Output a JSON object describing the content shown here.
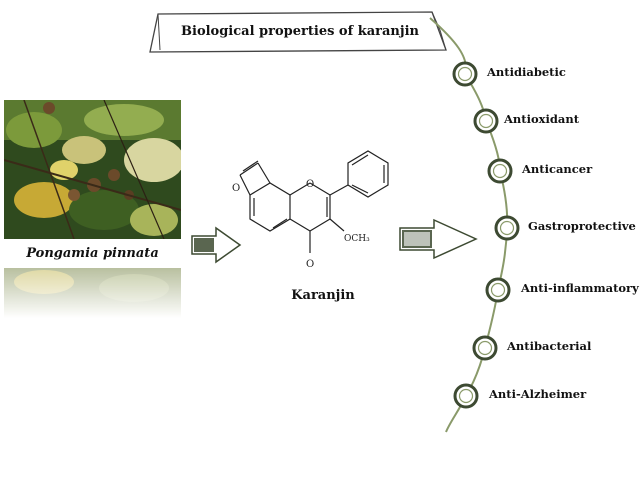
{
  "title": "Biological properties of karanjin",
  "plant_name": "Pongamia pinnata",
  "compound_name": "Karanjin",
  "structure_labels": {
    "methoxy": "OCH₃",
    "ring_oxygen": "O",
    "furan_oxygen": "O",
    "carbonyl_oxygen": "O"
  },
  "properties": [
    "Antidiabetic",
    "Antioxidant",
    "Anticancer",
    "Gastroprotective",
    "Anti-inflammatory",
    "Antibacterial",
    "Anti-Alzheimer"
  ],
  "colors": {
    "chain": "#8a9a6a",
    "ring": "#3d4a32",
    "ring_fill": "#ffffff",
    "arrow_fill": "#5a6650"
  }
}
